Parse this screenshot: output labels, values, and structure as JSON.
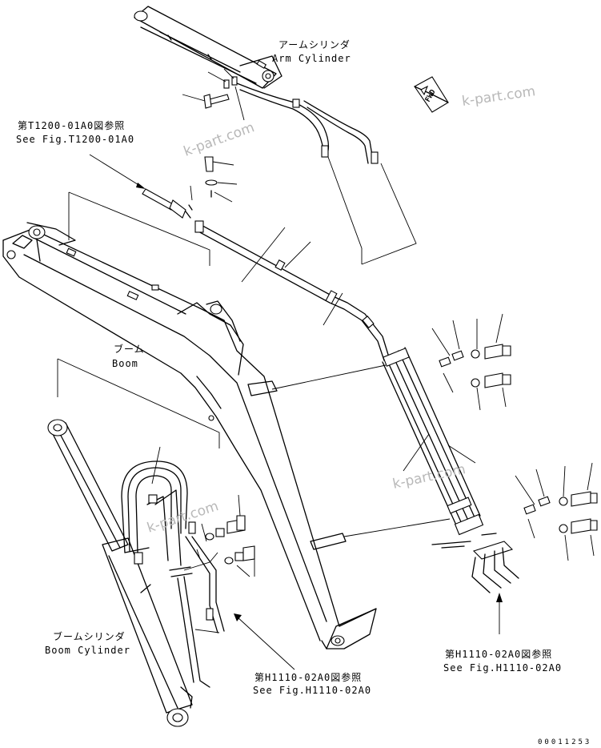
{
  "labels": {
    "arm_cylinder_jp": "アームシリンダ",
    "arm_cylinder_en": "Arm Cylinder",
    "boom_jp": "ブーム",
    "boom_en": "Boom",
    "boom_cylinder_jp": "ブームシリンダ",
    "boom_cylinder_en": "Boom Cylinder",
    "ref_t1200_jp": "第T1200-01A0図参照",
    "ref_t1200_en": "See Fig.T1200-01A0",
    "ref_h1110_bottom_jp": "第H1110-02A0図参照",
    "ref_h1110_bottom_en": "See Fig.H1110-02A0",
    "ref_h1110_right_jp": "第H1110-02A0図参照",
    "ref_h1110_right_en": "See Fig.H1110-02A0",
    "fwd_tag": "FWD"
  },
  "watermarks": [
    "k-part.com",
    "k-part.com",
    "k-part.com",
    "k-part.com"
  ],
  "drawing_code": "00011253"
}
